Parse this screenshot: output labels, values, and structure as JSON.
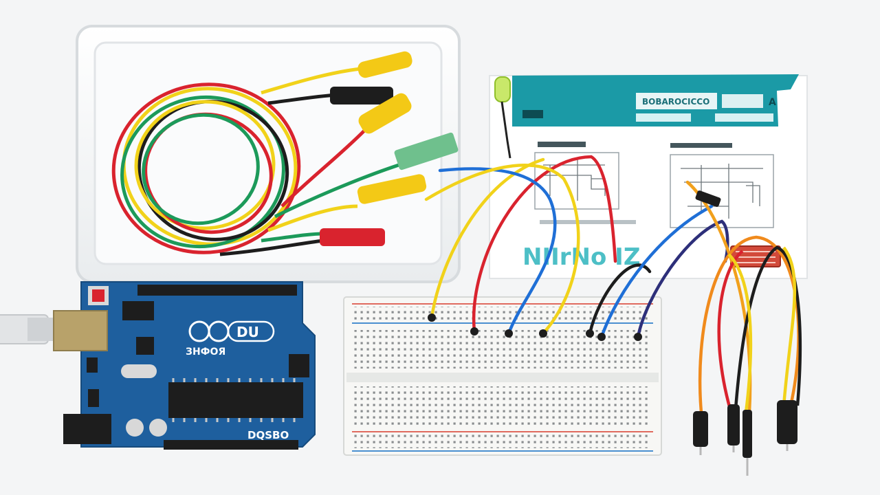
{
  "scene": {
    "subject": "arduino-starter-kit",
    "colors": {
      "background": "#f4f5f6",
      "board_blue": "#1e5f9e",
      "sheet_teal": "#1b9aa6",
      "wire_red": "#d9232e",
      "wire_yellow": "#f1d21a",
      "wire_green": "#1c9a5a",
      "wire_black": "#1d1d1d",
      "wire_blue": "#1f6fd6",
      "wire_orange": "#f08a1c",
      "wire_navy": "#2d2f7a"
    }
  },
  "labels": {
    "board_logo_text": "DU",
    "board_name": "ЗНФОЯ",
    "board_bottom_text": "DQSBO",
    "sheet_title": "BOBAROCICCO",
    "sheet_tag": "A",
    "sheet_big_text": "NIIrNo IZ"
  }
}
